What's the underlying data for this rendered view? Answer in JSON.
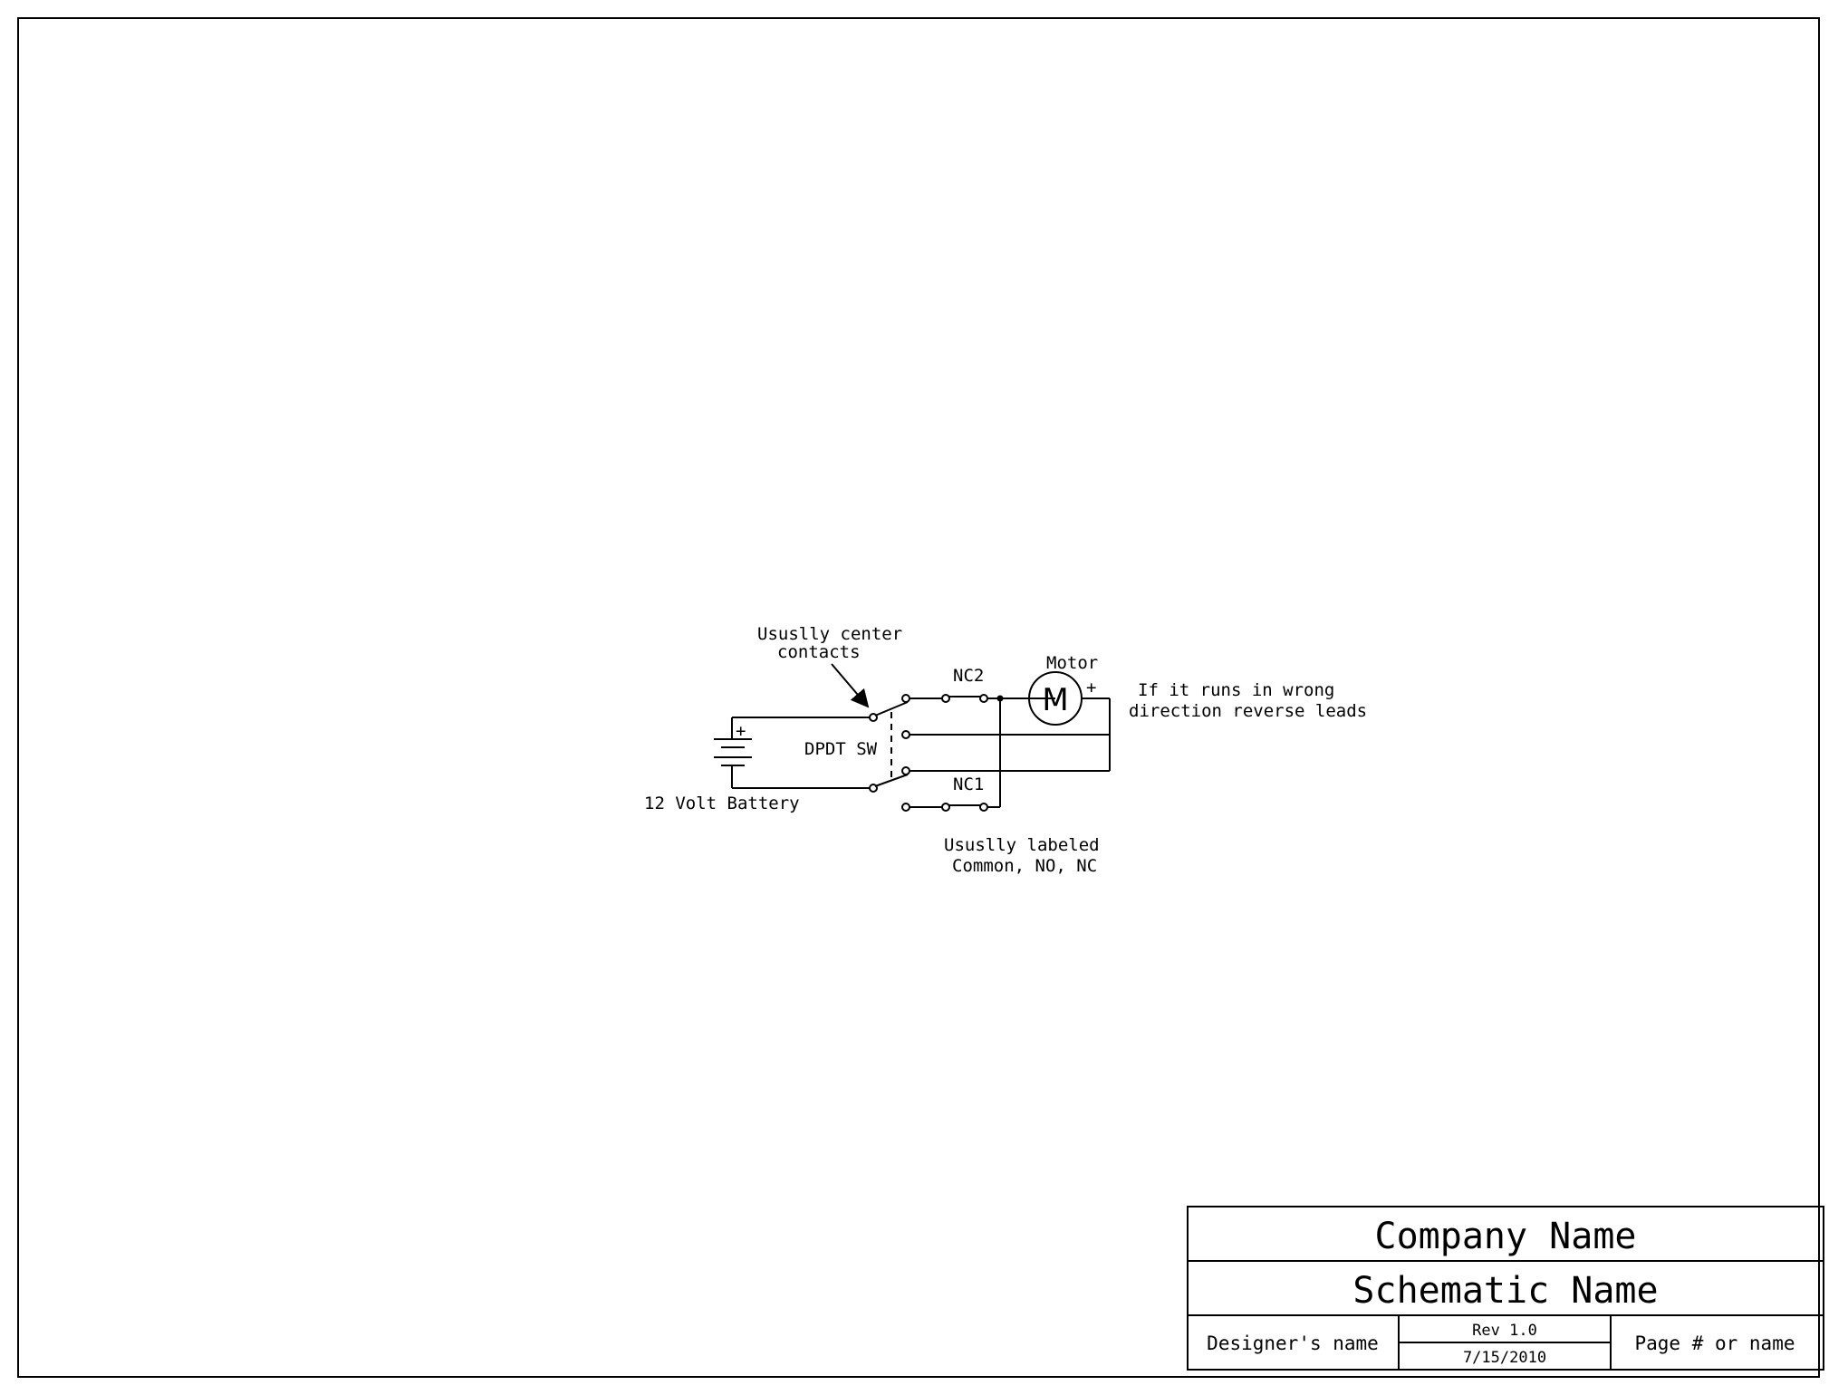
{
  "schematic": {
    "labels": {
      "center_note_1": "Ususlly center",
      "center_note_2": "contacts",
      "nc2": "NC2",
      "nc1": "NC1",
      "motor": "Motor",
      "motor_symbol": "M",
      "motor_plus": "+",
      "reverse_note_1": "If it runs in wrong",
      "reverse_note_2": "direction reverse leads",
      "battery_plus": "+",
      "switch_label": "DPDT SW",
      "battery_label": "12 Volt Battery",
      "labeled_note_1": "Ususlly labeled",
      "labeled_note_2": "Common, NO, NC"
    }
  },
  "title_block": {
    "company": "Company Name",
    "schematic_name": "Schematic Name",
    "designer": "Designer's name",
    "rev": "Rev 1.0",
    "date": "7/15/2010",
    "page": "Page # or name"
  }
}
